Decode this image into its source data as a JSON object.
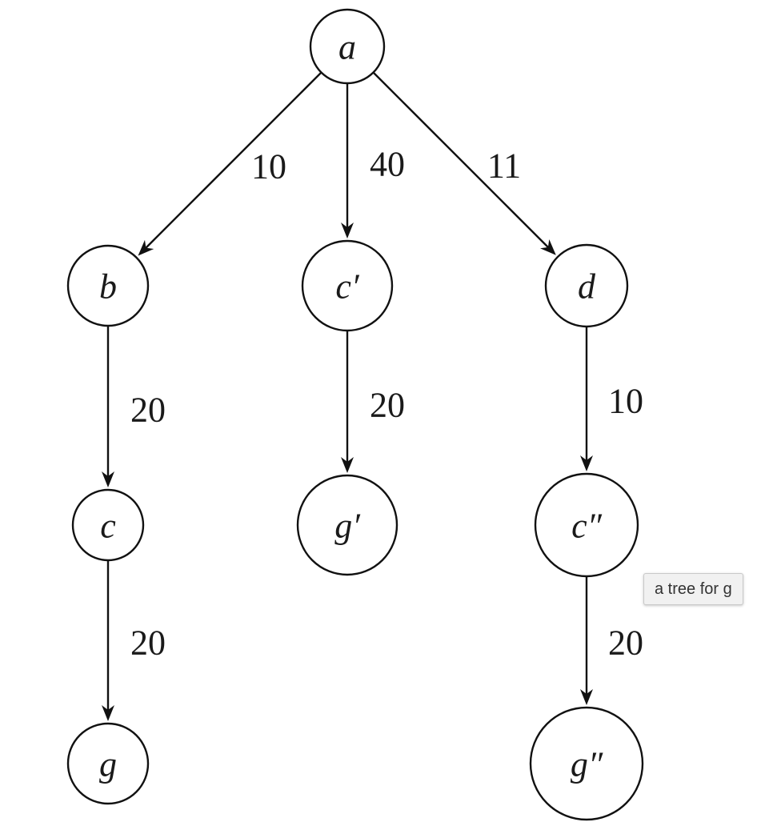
{
  "tree": {
    "nodes": [
      {
        "id": "a",
        "label": "a"
      },
      {
        "id": "b",
        "label": "b"
      },
      {
        "id": "c_prime",
        "label": "c′"
      },
      {
        "id": "d",
        "label": "d"
      },
      {
        "id": "c",
        "label": "c"
      },
      {
        "id": "g_prime",
        "label": "g′"
      },
      {
        "id": "c_double_prime",
        "label": "c″"
      },
      {
        "id": "g",
        "label": "g"
      },
      {
        "id": "g_double_prime",
        "label": "g″"
      }
    ],
    "edges": [
      {
        "from": "a",
        "to": "b",
        "weight": "10"
      },
      {
        "from": "a",
        "to": "c_prime",
        "weight": "40"
      },
      {
        "from": "a",
        "to": "d",
        "weight": "11"
      },
      {
        "from": "b",
        "to": "c",
        "weight": "20"
      },
      {
        "from": "c_prime",
        "to": "g_prime",
        "weight": "20"
      },
      {
        "from": "d",
        "to": "c_double_prime",
        "weight": "10"
      },
      {
        "from": "c",
        "to": "g",
        "weight": "20"
      },
      {
        "from": "c_double_prime",
        "to": "g_double_prime",
        "weight": "20"
      }
    ]
  },
  "tooltip": {
    "text": "a tree for g"
  }
}
